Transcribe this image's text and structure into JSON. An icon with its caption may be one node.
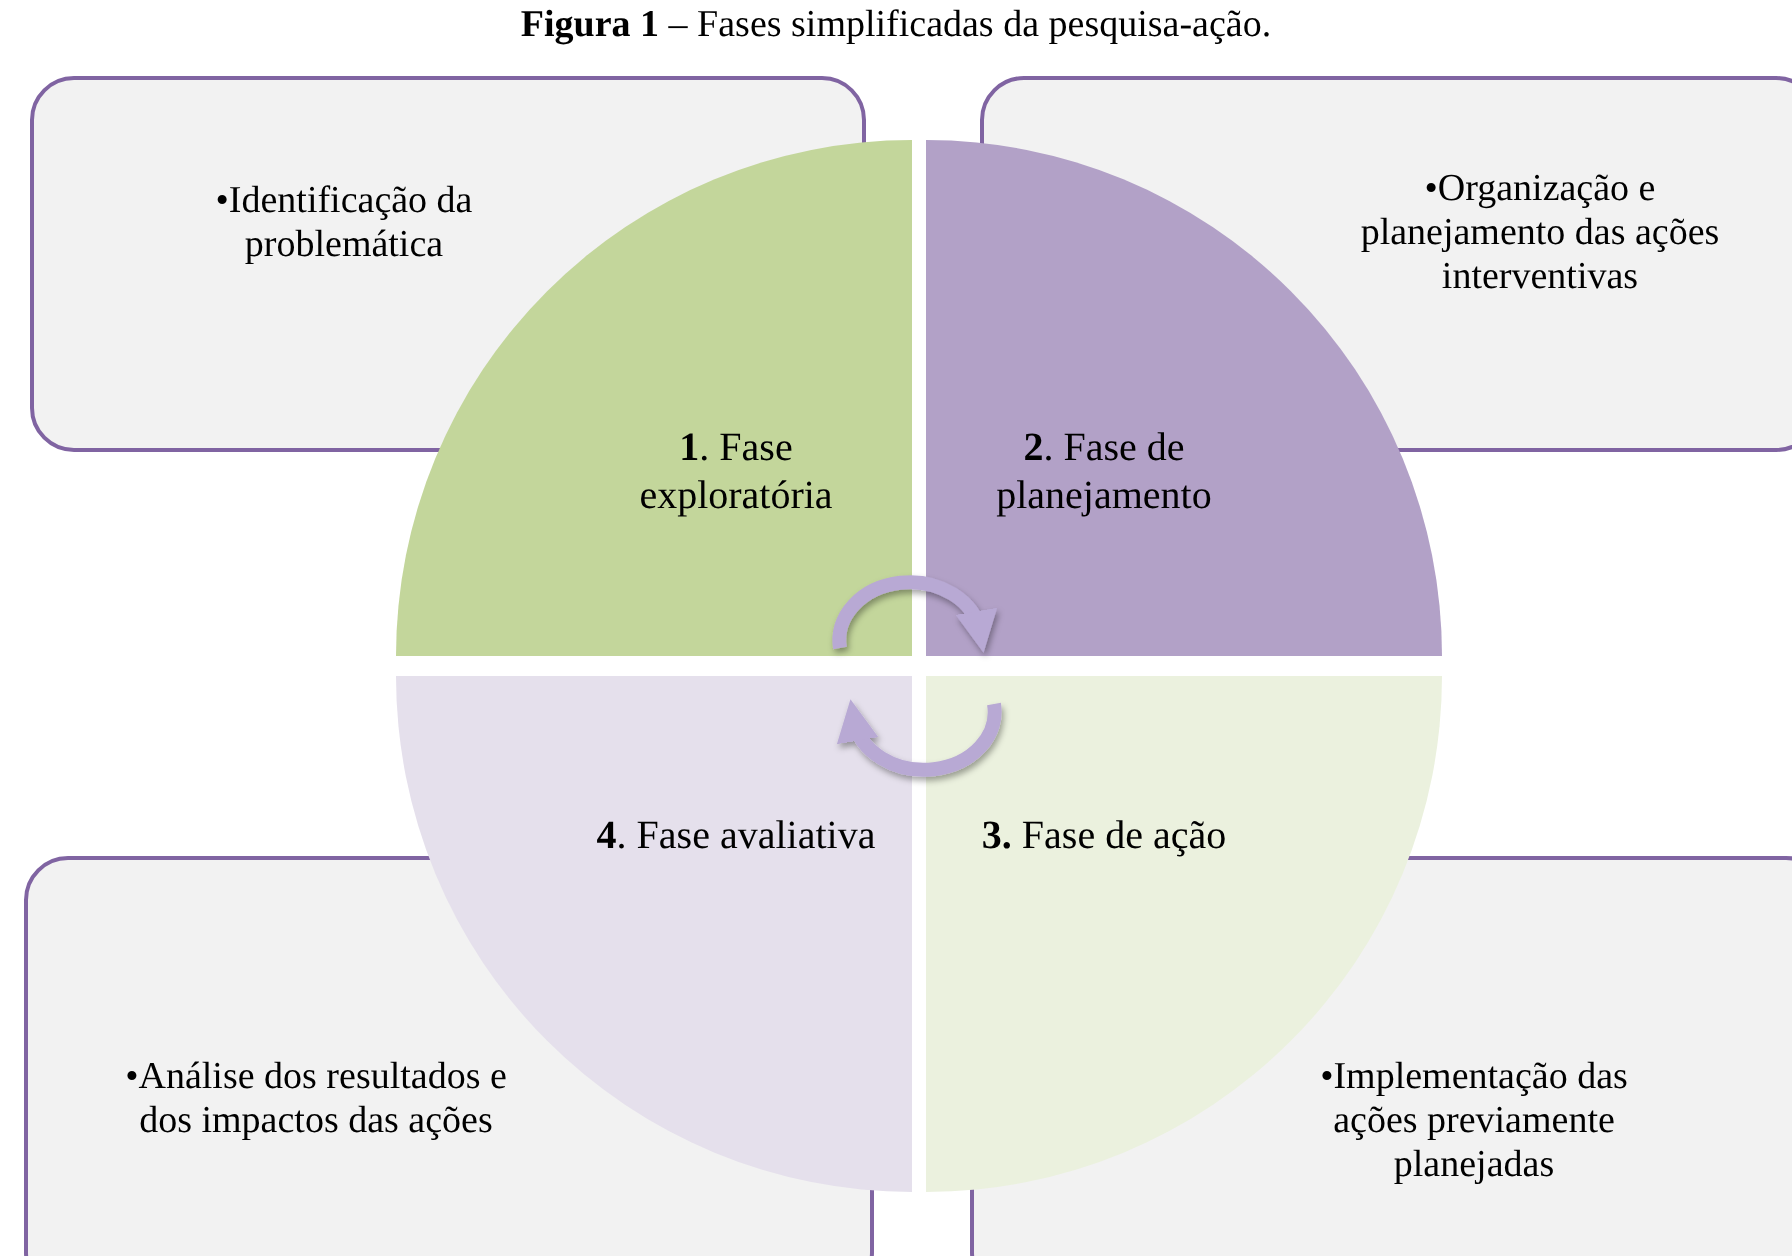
{
  "diagram": {
    "title": "**Figura 1** – Fases simplificadas da pesquisa-ação.",
    "nodes": [
      {
        "text": [
          "•Identificação da problemática"
        ]
      },
      {
        "text": [
          "•Organização e planejamento das ações interventivas"
        ]
      },
      {
        "text": [
          "**1**. Fase exploratória"
        ]
      },
      {
        "text": [
          "**2**. Fase de planejamento"
        ]
      },
      {
        "text": [
          "**4**. Fase avaliativa"
        ]
      },
      {
        "text": [
          "**3.** Fase de ação"
        ]
      },
      {
        "text": [
          "•Análise dos resultados e dos impactos das ações"
        ]
      },
      {
        "text": [
          "•Implementação das ações previamente planejadas"
        ]
      }
    ],
    "edges": [
      {
        "from": 2,
        "to": 3,
        "arrow": "to"
      },
      {
        "from": 5,
        "to": 4,
        "arrow": "to"
      }
    ]
  }
}
